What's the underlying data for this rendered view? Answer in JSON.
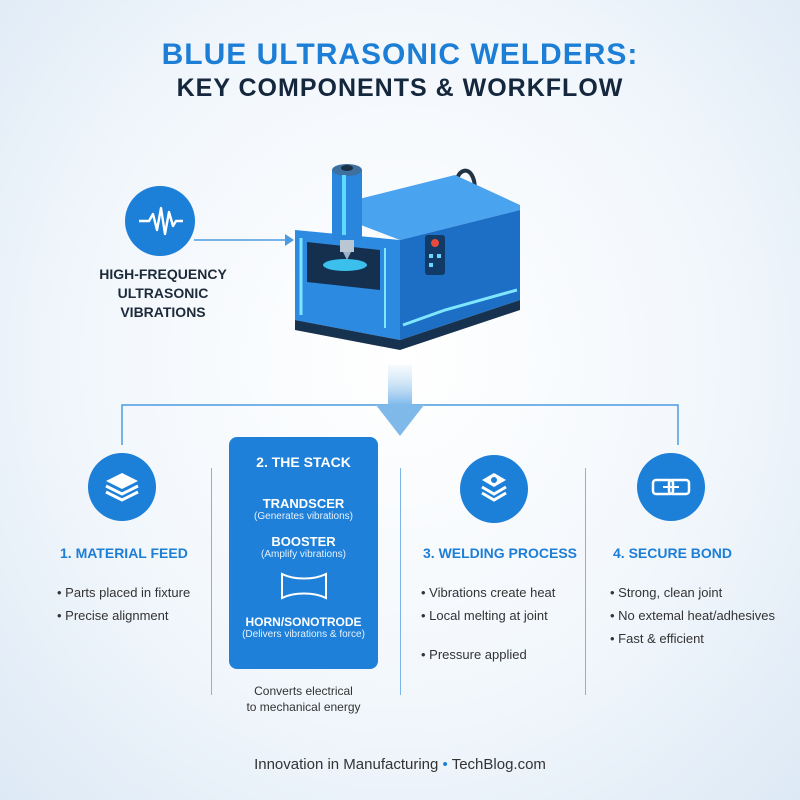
{
  "title": {
    "line1": "BLUE ULTRASONIC WELDERS:",
    "line2": "KEY COMPONENTS & WORKFLOW"
  },
  "vibration": {
    "line1": "HIGH-FREQUENCY",
    "line2": "ULTRASONIC",
    "line3": "VIBRATIONS",
    "icon": "waveform-icon"
  },
  "steps": {
    "material": {
      "title": "1. MATERIAL FEED",
      "bullets": [
        "Parts placed in fixture",
        "Precise alignment"
      ],
      "icon": "layers-icon"
    },
    "stack": {
      "title": "2. THE STACK",
      "transducer": "TRANDSCER",
      "transducer_sub": "(Generates vibrations)",
      "booster": "BOOSTER",
      "booster_sub": "(Amplify vibrations)",
      "horn": "HORN/SONOTRODE",
      "horn_sub": "(Delivers vibrations & force)",
      "caption1": "Converts electrical",
      "caption2": "to mechanical energy",
      "icon": "horn-icon"
    },
    "welding": {
      "title": "3. WELDING PROCESS",
      "bullets": [
        "Vibrations create heat",
        "Local melting at joint",
        "Pressure applied"
      ],
      "icon": "melting-layers-icon"
    },
    "bond": {
      "title": "4. SECURE BOND",
      "bullets": [
        "Strong, clean joint",
        "No extemal heat/adhesives",
        "Fast & efficient"
      ],
      "icon": "link-icon"
    }
  },
  "footer": {
    "left": "Innovation in Manufacturing",
    "separator": "•",
    "right": "TechBlog.com"
  },
  "colors": {
    "accent": "#1d7ed6",
    "dark": "#15273d"
  }
}
